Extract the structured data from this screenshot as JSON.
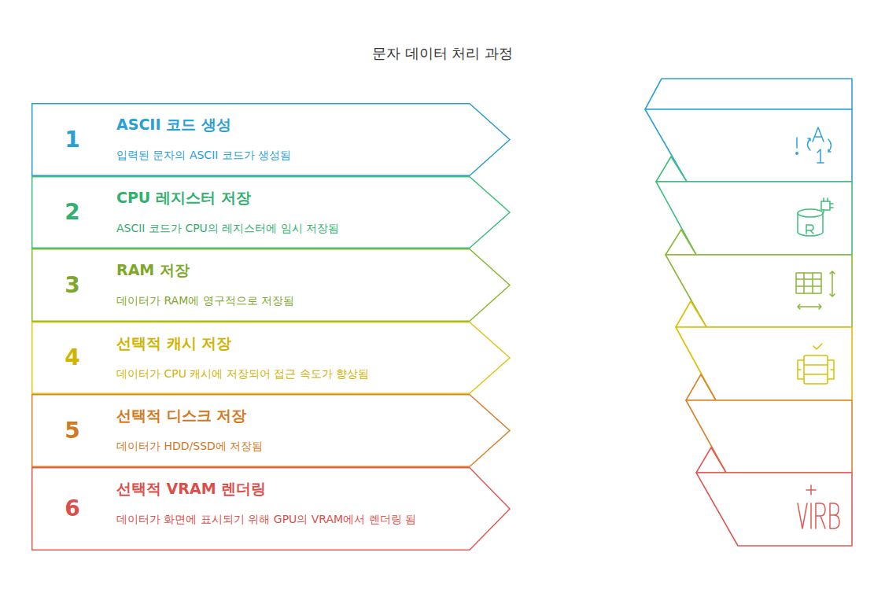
{
  "diagram": {
    "title": "문자 데이터 처리 과정",
    "nodes": [
      {
        "text": [
          "1",
          "ASCII 코드 생성",
          "입력된 문자의 ASCII 코드가 생성됨"
        ]
      },
      {
        "text": [
          "2",
          "CPU 레지스터 저장",
          "ASCII 코드가 CPU의 레지스터에 임시 저장됨"
        ]
      },
      {
        "text": [
          "3",
          "RAM 저장",
          "데이터가 RAM에 영구적으로 저장됨"
        ]
      },
      {
        "text": [
          "4",
          "선택적 캐시 저장",
          "데이터가 CPU 캐시에 저장되어 접근 속도가 향상됨"
        ]
      },
      {
        "text": [
          "5",
          "선택적 디스크 저장",
          "데이터가 HDD/SSD에 저장됨"
        ]
      },
      {
        "text": [
          "6",
          "선택적 VRAM 렌더링",
          "데이터가 화면에 표시되기 위해 GPU의 VRAM에서 렌더링 됨"
        ]
      }
    ]
  }
}
